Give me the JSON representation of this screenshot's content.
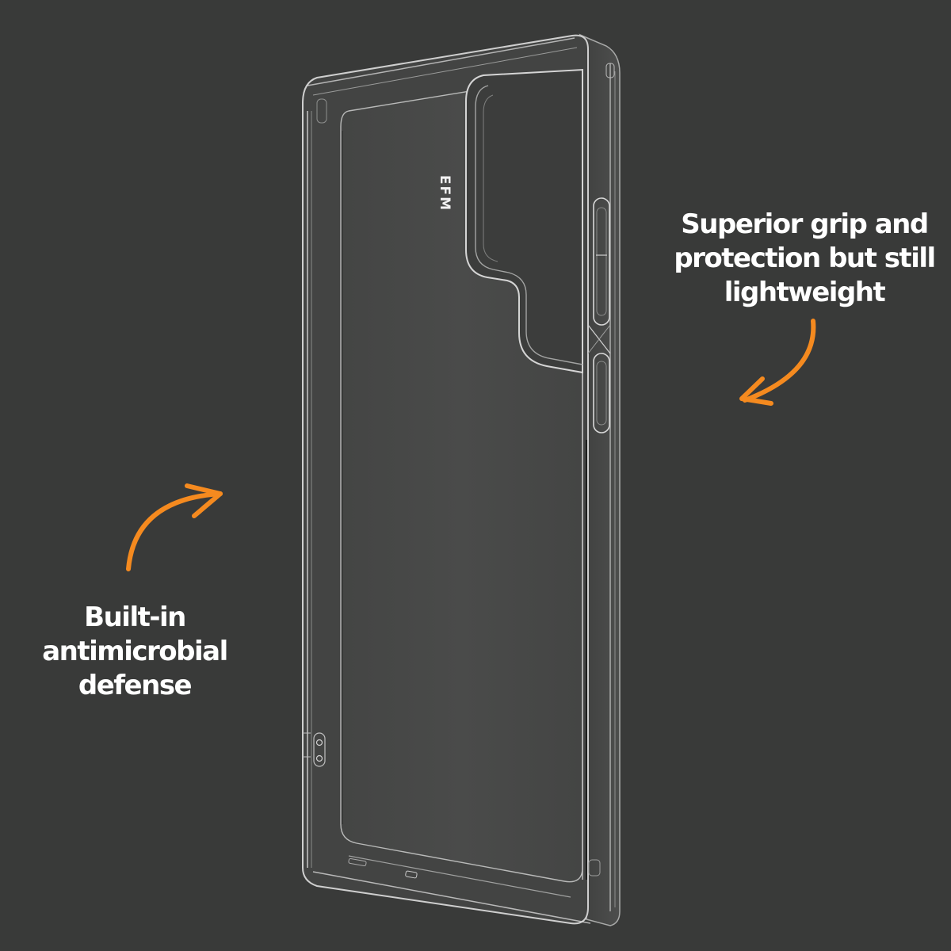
{
  "scene": {
    "background_color": "#393a39",
    "accent_color": "#f58a1f",
    "product": "clear phone case",
    "brand_mark": "EFM"
  },
  "callouts": {
    "right": {
      "lines": [
        "Superior grip and",
        "protection but still",
        "lightweight"
      ],
      "arrow": "curved-arrow-down-left-icon"
    },
    "left": {
      "lines": [
        "Built-in",
        "antimicrobial",
        "defense"
      ],
      "arrow": "curved-arrow-up-right-icon"
    }
  }
}
